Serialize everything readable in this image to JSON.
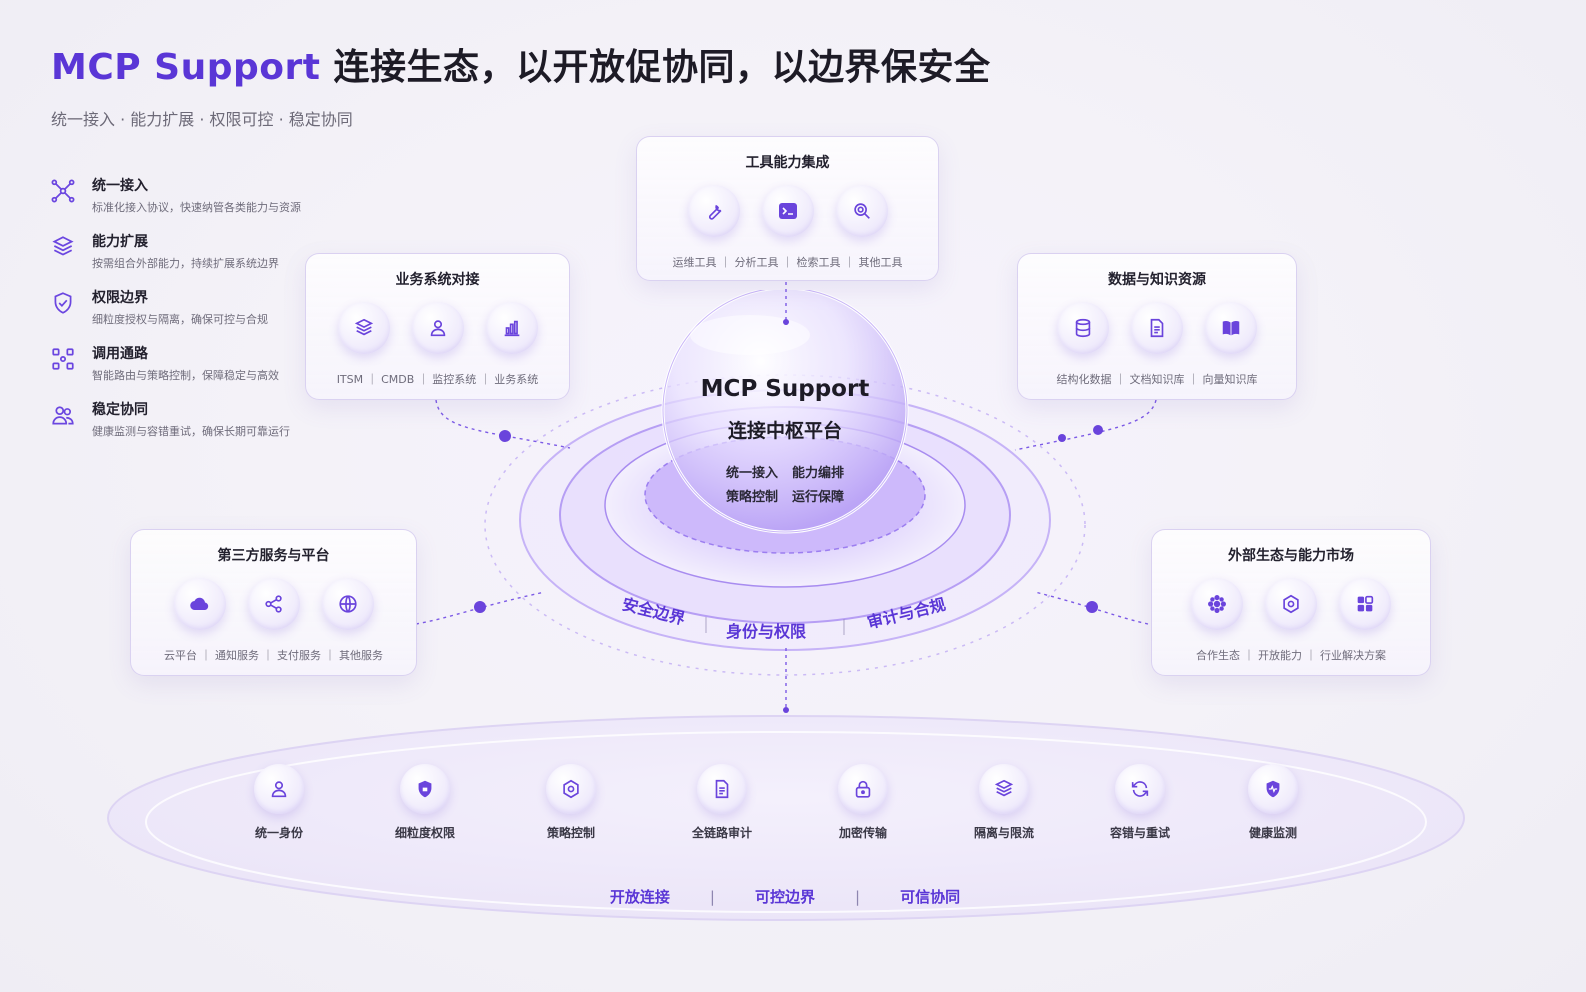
{
  "header": {
    "title_brand": "MCP Support",
    "title_rest": "连接生态，以开放促协同，以边界保安全",
    "subtitle": "统一接入 · 能力扩展 · 权限可控 · 稳定协同"
  },
  "features": [
    {
      "title": "统一接入",
      "desc": "标准化接入协议，快速纳管各类能力与资源",
      "icon": "network-nodes-icon"
    },
    {
      "title": "能力扩展",
      "desc": "按需组合外部能力，持续扩展系统边界",
      "icon": "layers-box-icon"
    },
    {
      "title": "权限边界",
      "desc": "细粒度授权与隔离，确保可控与合规",
      "icon": "shield-check-icon"
    },
    {
      "title": "调用通路",
      "desc": "智能路由与策略控制，保障稳定与高效",
      "icon": "route-nodes-icon"
    },
    {
      "title": "稳定协同",
      "desc": "健康监测与容错重试，确保长期可靠运行",
      "icon": "people-collab-icon"
    }
  ],
  "cards": {
    "tools": {
      "title": "工具能力集成",
      "labels": "运维工具 ｜ 分析工具 ｜ 检索工具 ｜ 其他工具"
    },
    "business": {
      "title": "业务系统对接",
      "labels": "ITSM ｜ CMDB ｜ 监控系统 ｜ 业务系统"
    },
    "data": {
      "title": "数据与知识资源",
      "labels": "结构化数据 ｜ 文档知识库 ｜ 向量知识库"
    },
    "third": {
      "title": "第三方服务与平台",
      "labels": "云平台 ｜ 通知服务 ｜ 支付服务 ｜ 其他服务"
    },
    "external": {
      "title": "外部生态与能力市场",
      "labels": "合作生态 ｜ 开放能力 ｜ 行业解决方案"
    }
  },
  "hub": {
    "title": "MCP Support",
    "subtitle": "连接中枢平台",
    "row1": [
      "统一接入",
      "能力编排"
    ],
    "row2": [
      "策略控制",
      "运行保障"
    ]
  },
  "ring_labels": [
    "安全边界",
    "｜",
    "身份与权限",
    "｜",
    "审计与合规"
  ],
  "base_items": [
    "统一身份",
    "细粒度权限",
    "策略控制",
    "全链路审计",
    "加密传输",
    "隔离与限流",
    "容错与重试",
    "健康监测"
  ],
  "bottom": {
    "a": "开放连接",
    "sep": "|",
    "b": "可控边界",
    "c": "可信协同"
  },
  "colors": {
    "accent": "#5a36d6",
    "text": "#1d1b26",
    "muted": "#6f6c7b"
  }
}
